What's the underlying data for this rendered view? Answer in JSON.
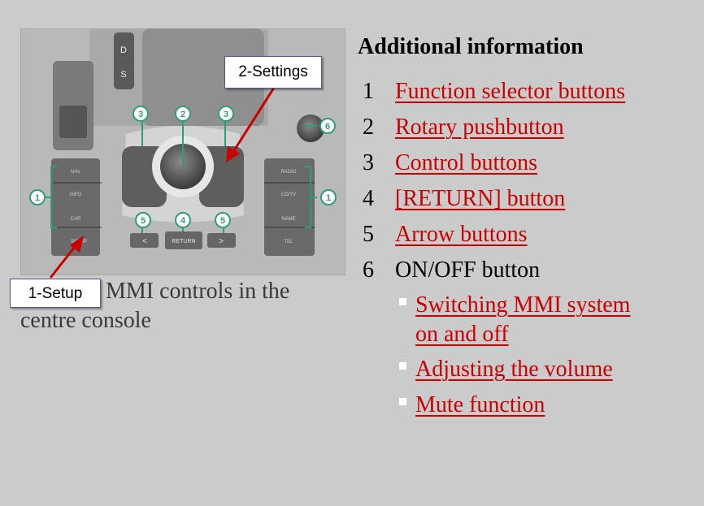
{
  "figure": {
    "caption_line1": "MMI controls in the",
    "caption_line2": "centre console",
    "callouts": {
      "settings": "2-Settings",
      "setup": "1-Setup"
    },
    "photo_labels": {
      "gear_d": "D",
      "gear_s": "S",
      "left_buttons": [
        "NAV",
        "INFO",
        "CAR",
        "SETUP"
      ],
      "right_buttons": [
        "RADIO",
        "CD/TV",
        "NAME",
        "TEL"
      ],
      "return": "RETURN",
      "prev": "<",
      "next": ">",
      "markers": [
        "1",
        "2",
        "3",
        "4",
        "5",
        "6"
      ]
    },
    "accent_color": "#cc0000",
    "marker_color": "#2e9e7a"
  },
  "info": {
    "heading": "Additional information",
    "items": [
      {
        "num": "1",
        "label": "Function selector buttons"
      },
      {
        "num": "2",
        "label": "Rotary pushbutton"
      },
      {
        "num": "3",
        "label": "Control buttons"
      },
      {
        "num": "4",
        "label": "[RETURN] button"
      },
      {
        "num": "5",
        "label": "Arrow buttons"
      },
      {
        "num": "6",
        "label": "ON/OFF button"
      }
    ],
    "subitems": [
      {
        "line1": "Switching MMI system",
        "line2": "on and off"
      },
      {
        "line1": "Adjusting the volume"
      },
      {
        "line1": "Mute function"
      }
    ]
  }
}
